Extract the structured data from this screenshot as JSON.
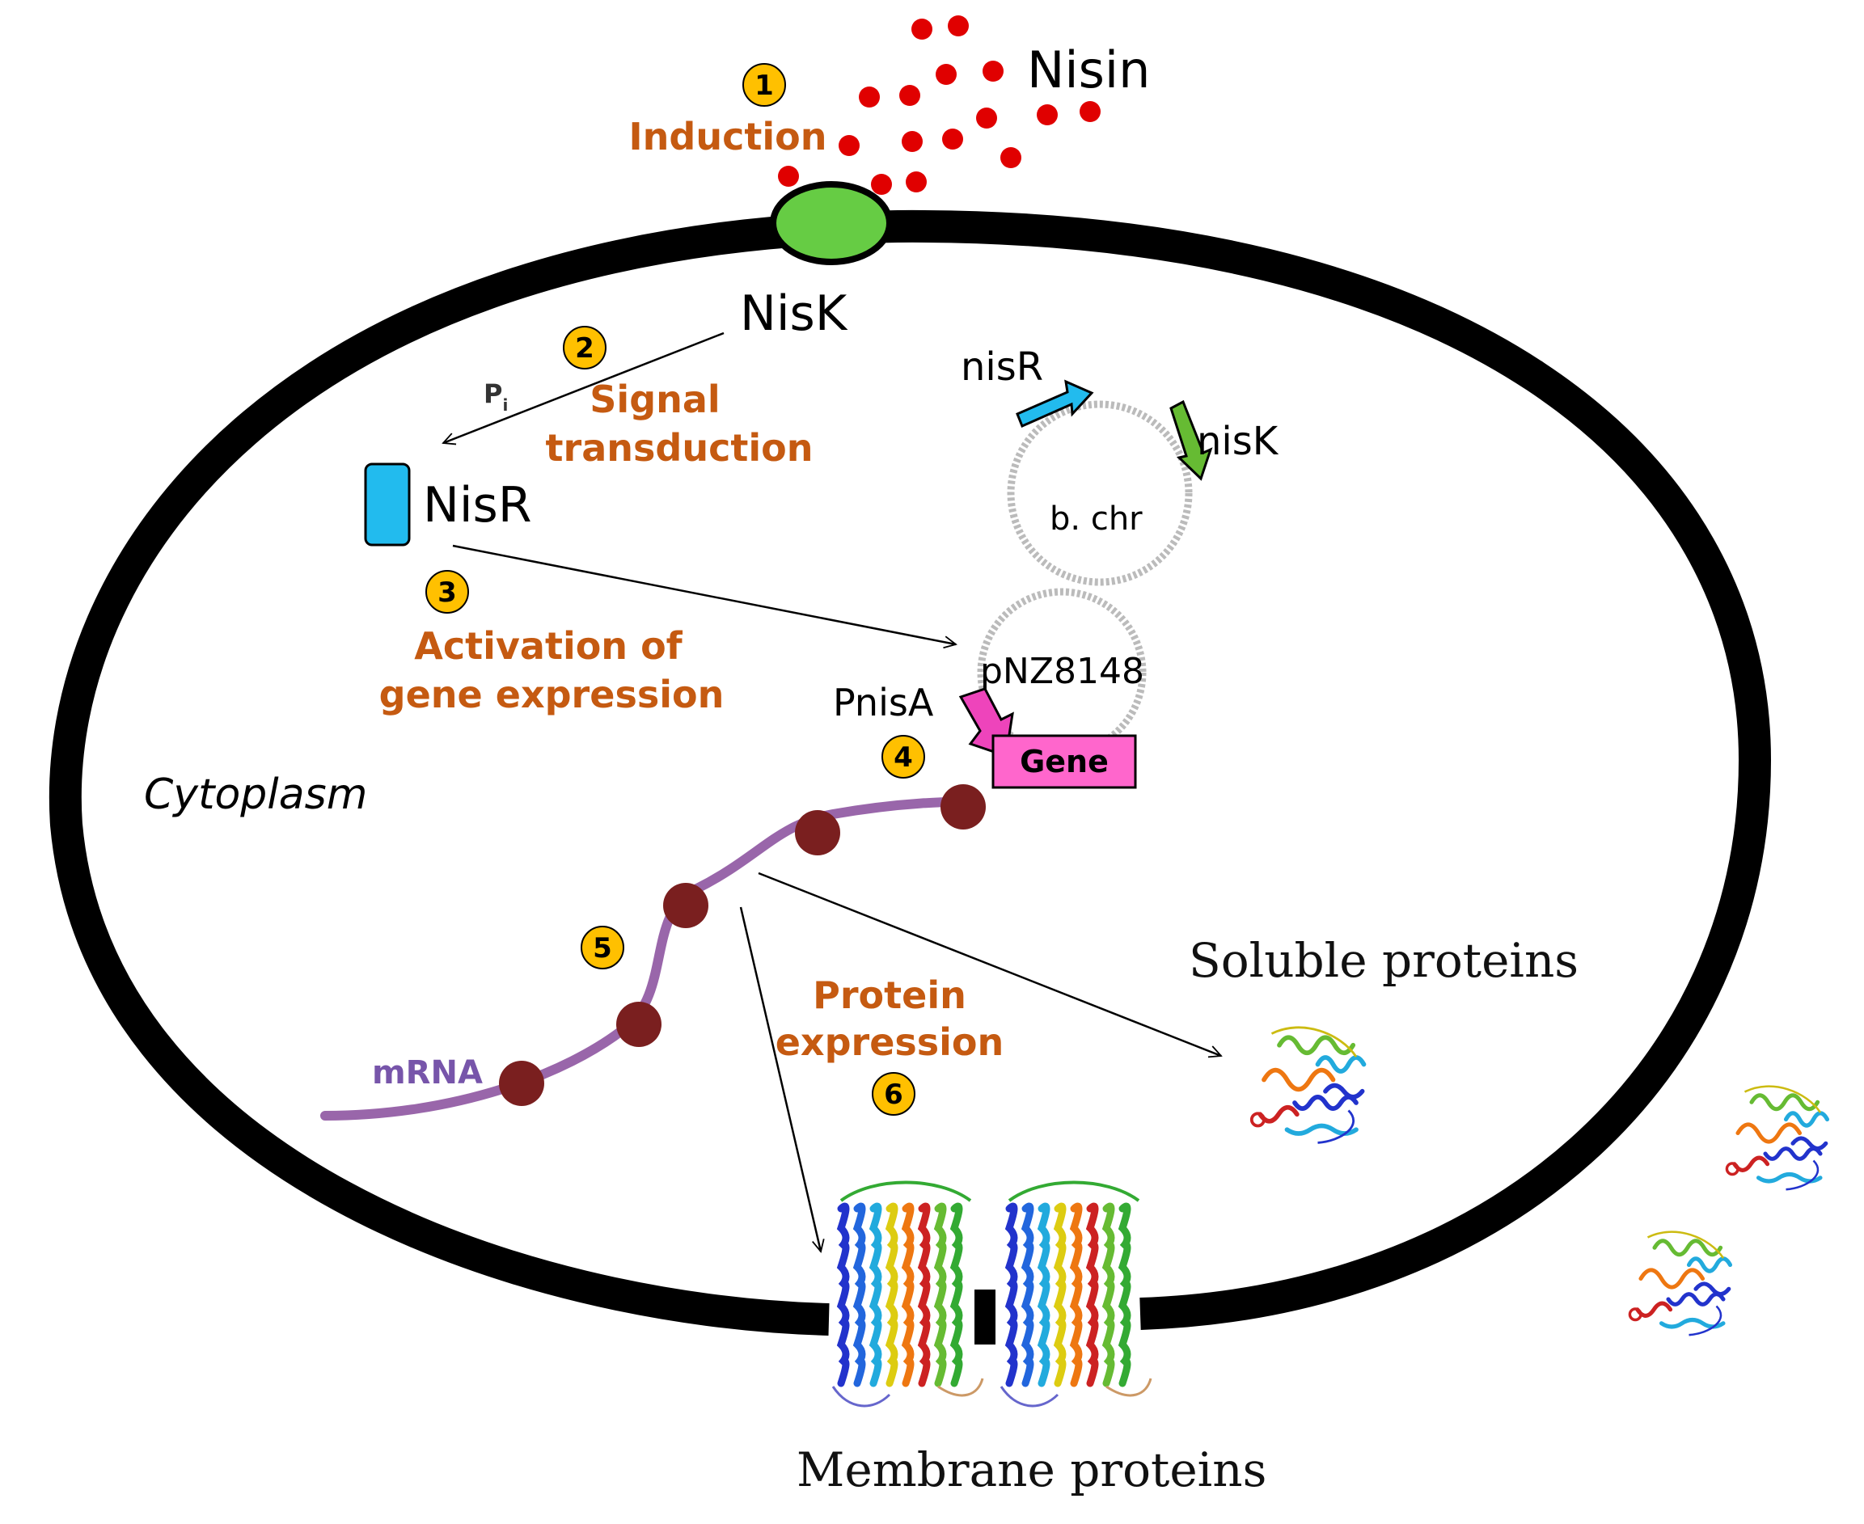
{
  "labels": {
    "nisin": "Nisin",
    "nisk": "NisK",
    "nisr": "NisR",
    "pi_main": "P",
    "pi_sub": "i",
    "chrom_nisr": "nisR",
    "chrom_nisk": "nisK",
    "chrom_name": "b. chr",
    "plasmid_name": "pNZ8148",
    "promoter": "PnisA",
    "gene": "Gene",
    "cytoplasm": "Cytoplasm",
    "mrna": "mRNA",
    "soluble": "Soluble proteins",
    "membrane": "Membrane proteins"
  },
  "steps": [
    {
      "number": "1",
      "text_lines": [
        "Induction"
      ]
    },
    {
      "number": "2",
      "text_lines": [
        "Signal",
        "transduction"
      ]
    },
    {
      "number": "3",
      "text_lines": [
        "Activation of",
        "gene expression"
      ]
    },
    {
      "number": "4",
      "text_lines": []
    },
    {
      "number": "5",
      "text_lines": []
    },
    {
      "number": "6",
      "text_lines": [
        "Protein",
        "expression"
      ]
    }
  ],
  "colors": {
    "membrane": "#000000",
    "nisk_receptor": "#66cc44",
    "nisin_dots": "#e00000",
    "nisr_box": "#22bbee",
    "badge_fill": "#ffc000",
    "step_text": "#c55a11",
    "gene_box": "#ff66cc",
    "promoter_arrow": "#ee44bb",
    "mrna_line": "#9966aa",
    "ribosome": "#7a1f1f",
    "plasmid_outline": "#bbbbbb",
    "chrom_nisr_arrow": "#22bbee",
    "chrom_nisk_arrow": "#66bb33"
  },
  "icons": {
    "soluble_protein": "protein-structure-icon",
    "membrane_protein": "helix-bundle-icon"
  }
}
